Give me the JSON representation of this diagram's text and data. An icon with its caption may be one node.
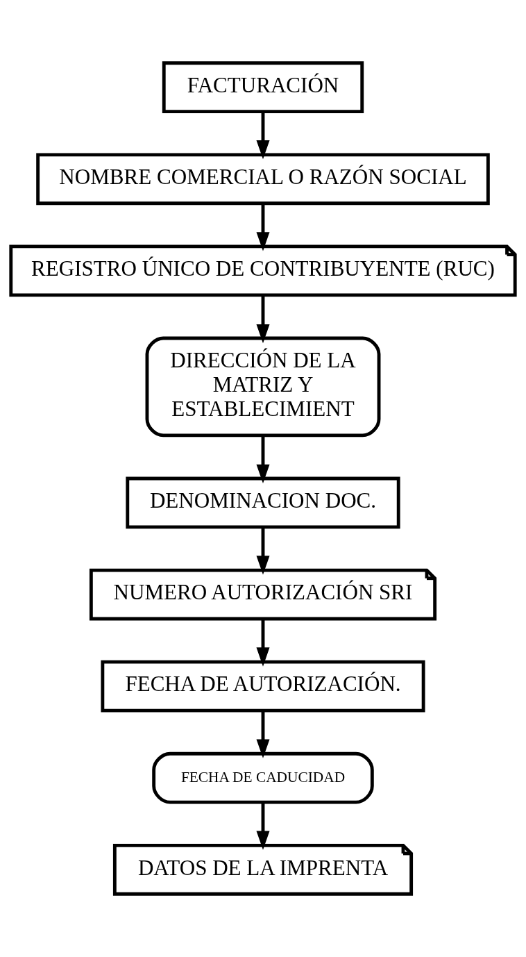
{
  "diagram": {
    "nodes": [
      {
        "text": [
          "FACTURACIÓN"
        ]
      },
      {
        "text": [
          "NOMBRE COMERCIAL O RAZÓN SOCIAL"
        ]
      },
      {
        "text": [
          "REGISTRO ÚNICO DE CONTRIBUYENTE (RUC)"
        ]
      },
      {
        "text": [
          "DIRECCIÓN DE LA MATRIZ Y ESTABLECIMIENT"
        ]
      },
      {
        "text": [
          "DENOMINACION DOC."
        ]
      },
      {
        "text": [
          "NUMERO AUTORIZACIÓN SRI"
        ]
      },
      {
        "text": [
          "FECHA DE AUTORIZACIÓN."
        ]
      },
      {
        "text": [
          "FECHA DE CADUCIDAD"
        ]
      },
      {
        "text": [
          "DATOS DE LA IMPRENTA"
        ]
      }
    ],
    "edges": [
      {
        "from": 0,
        "to": 1,
        "arrow": "to"
      },
      {
        "from": 1,
        "to": 2,
        "arrow": "to"
      },
      {
        "from": 2,
        "to": 3,
        "arrow": "to"
      },
      {
        "from": 3,
        "to": 4,
        "arrow": "to"
      },
      {
        "from": 4,
        "to": 5,
        "arrow": "to"
      },
      {
        "from": 5,
        "to": 6,
        "arrow": "to"
      },
      {
        "from": 6,
        "to": 7,
        "arrow": "to"
      },
      {
        "from": 7,
        "to": 8,
        "arrow": "to"
      }
    ]
  }
}
